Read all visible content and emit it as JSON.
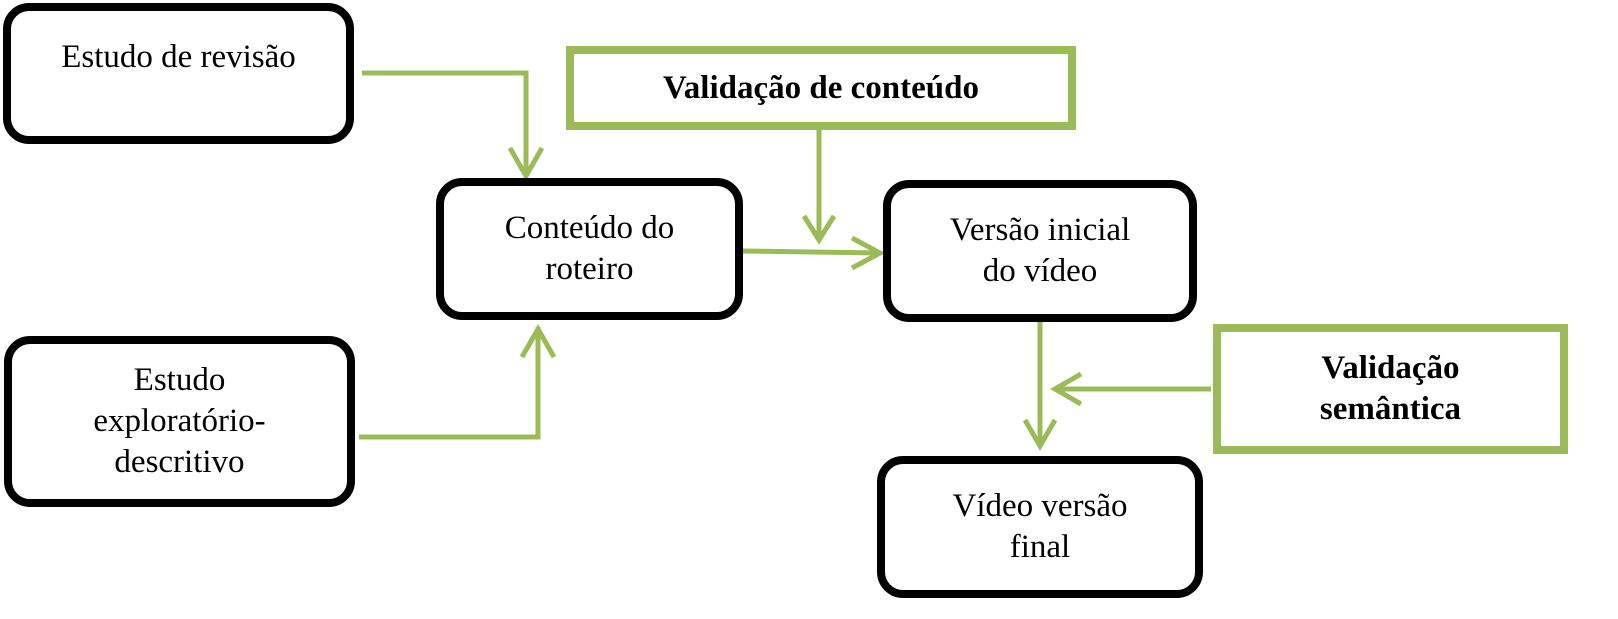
{
  "diagram": {
    "type": "flowchart",
    "colors": {
      "box_border": "#000000",
      "validation_border": "#9bbb59",
      "arrow": "#9bbb59",
      "background": "#ffffff"
    },
    "nodes": [
      {
        "id": "revisao",
        "label": "Estudo de revisão",
        "style": "rounded"
      },
      {
        "id": "exploratorio",
        "label": "Estudo\nexploratório-\ndescritivo",
        "style": "rounded"
      },
      {
        "id": "roteiro",
        "label": "Conteúdo do\nroteiro",
        "style": "rounded"
      },
      {
        "id": "validacao_conteudo",
        "label": "Validação de conteúdo",
        "style": "green-bold"
      },
      {
        "id": "versao_inicial",
        "label": "Versão inicial\ndo vídeo",
        "style": "rounded"
      },
      {
        "id": "validacao_semantica",
        "label": "Validação\nsemântica",
        "style": "green-bold"
      },
      {
        "id": "versao_final",
        "label": "Vídeo versão\nfinal",
        "style": "rounded"
      }
    ],
    "edges": [
      {
        "from": "revisao",
        "to": "roteiro"
      },
      {
        "from": "exploratorio",
        "to": "roteiro"
      },
      {
        "from": "roteiro",
        "to": "versao_inicial"
      },
      {
        "from": "validacao_conteudo",
        "to": "roteiro->versao_inicial"
      },
      {
        "from": "versao_inicial",
        "to": "versao_final"
      },
      {
        "from": "validacao_semantica",
        "to": "versao_inicial->versao_final"
      }
    ]
  }
}
